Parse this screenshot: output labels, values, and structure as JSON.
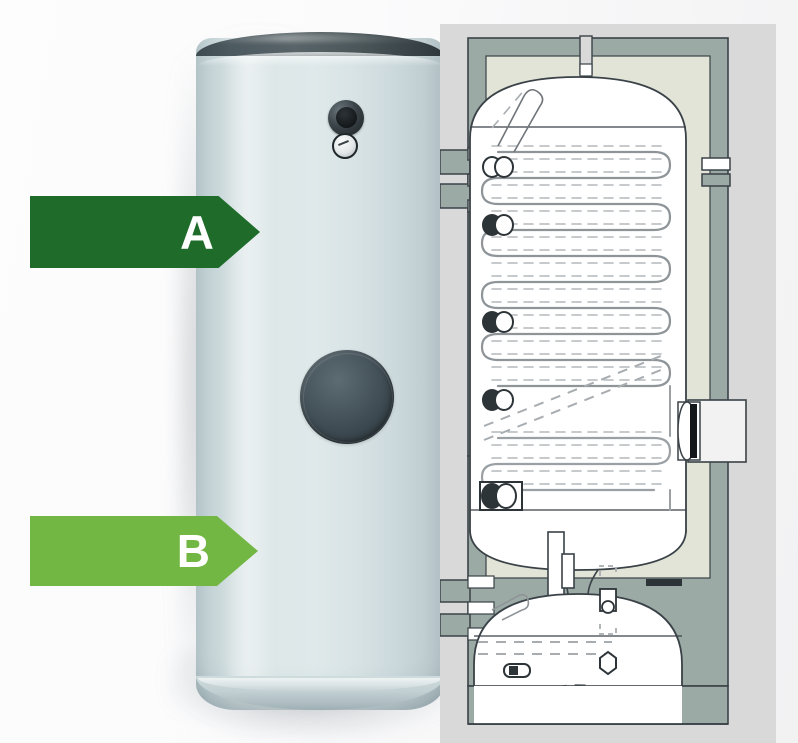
{
  "product": {
    "type": "hot-water-storage-cylinder",
    "photo": {
      "body_color": "#d8e3e5",
      "lid_color": "#3d4a50",
      "flange_color": "#3c4950",
      "sensor_port": "thermostat-sensor-port",
      "inspection_cover": "inspection-flange-cover"
    }
  },
  "energy_labels": [
    {
      "grade": "A",
      "color": "#1e6b2a",
      "name": "energy-rating-a"
    },
    {
      "grade": "B",
      "color": "#72b743",
      "name": "energy-rating-b"
    }
  ],
  "technical_drawing": {
    "title": "cross-section",
    "panel_background": "#d9d9d9",
    "jacket_color": "#9caaa5",
    "insulation_color": "#e2e4d8",
    "tank_color": "#ffffff",
    "line_color": "#3a4247",
    "components": [
      "insulation-jacket",
      "inner-tank",
      "serpentine-heat-exchanger-coil",
      "upper-sensor-pocket",
      "mid-sensor-pocket",
      "lower-sensor-pocket",
      "immersion-heater-flange",
      "top-pipe-connection",
      "left-pipe-connections",
      "right-pipe-connection",
      "anode-rod",
      "drain-connection",
      "lower-tank-section"
    ]
  },
  "colors": {
    "background": "#fbfbfc",
    "dark_green": "#1e6b2a",
    "light_green": "#72b743",
    "panel_grey": "#d9d9d9",
    "jacket_grey_green": "#9caaa5",
    "insulation_beige": "#e2e4d8",
    "cylinder_blue_grey": "#d8e3e5",
    "charcoal": "#3d4a50"
  }
}
